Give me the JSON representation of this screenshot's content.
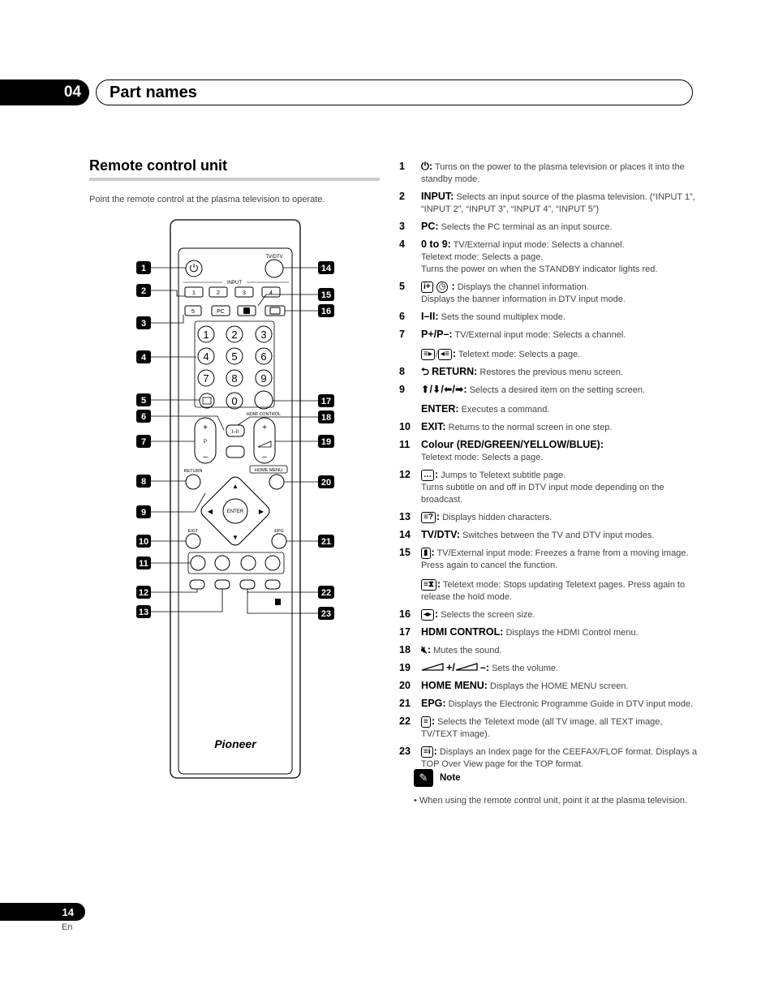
{
  "header": {
    "chapter_number": "04",
    "chapter_title": "Part names"
  },
  "section": {
    "title": "Remote control unit",
    "intro": "Point the remote control at the plasma television to operate."
  },
  "remote": {
    "labels": {
      "input": "INPUT",
      "tvdtv": "TV/DTV",
      "pc": "PC",
      "return": "RETURN",
      "home_menu": "HOME MENU",
      "enter": "ENTER",
      "exit": "EXIT",
      "epg": "EPG",
      "hdmi_control": "HDMI CONTROL",
      "p": "P",
      "brand": "Pioneer"
    },
    "input_keys": [
      "1",
      "2",
      "3",
      "4",
      "5"
    ],
    "number_keys": [
      "1",
      "2",
      "3",
      "4",
      "5",
      "6",
      "7",
      "8",
      "9",
      "0"
    ],
    "callouts": [
      "1",
      "2",
      "3",
      "4",
      "5",
      "6",
      "7",
      "8",
      "9",
      "10",
      "11",
      "12",
      "13",
      "14",
      "15",
      "16",
      "17",
      "18",
      "19",
      "20",
      "21",
      "22",
      "23"
    ]
  },
  "items": {
    "i1": {
      "num": "1",
      "term": ":",
      "desc": "Turns on the power to the plasma television or places it into the standby mode."
    },
    "i2": {
      "num": "2",
      "term": "INPUT:",
      "desc": "Selects an input source of the plasma television. (“INPUT 1”, “INPUT 2”, “INPUT 3”, “INPUT 4”, “INPUT 5”)"
    },
    "i3": {
      "num": "3",
      "term": "PC:",
      "desc": "Selects the PC terminal as an input source."
    },
    "i4": {
      "num": "4",
      "term": "0 to 9:",
      "desc": "TV/External input mode: Selects a channel.",
      "desc2": "Teletext mode: Selects a page.",
      "desc3": "Turns the power on when the STANDBY indicator lights red."
    },
    "i5": {
      "num": "5",
      "desc": "Displays the channel information.",
      "desc2": "Displays the banner information in DTV input mode."
    },
    "i6": {
      "num": "6",
      "term": "I–II:",
      "desc": "Sets the sound multiplex mode."
    },
    "i7": {
      "num": "7",
      "term": "P+/P–:",
      "desc": "TV/External input mode: Selects a channel.",
      "desc2": "Teletext mode: Selects a page."
    },
    "i8": {
      "num": "8",
      "term": "RETURN:",
      "desc": "Restores the previous menu screen."
    },
    "i9": {
      "num": "9",
      "term": ":",
      "desc": "Selects a desired item on the setting screen.",
      "term2": "ENTER:",
      "desc2": "Executes a command."
    },
    "i10": {
      "num": "10",
      "term": "EXIT:",
      "desc": "Returns to the normal screen in one step."
    },
    "i11": {
      "num": "11",
      "term": "Colour (RED/GREEN/YELLOW/BLUE):",
      "desc": "Teletext mode: Selects a page."
    },
    "i12": {
      "num": "12",
      "term": ":",
      "desc": "Jumps to Teletext subtitle page.",
      "desc2": "Turns subtitle on and off in DTV input mode depending on the broadcast."
    },
    "i13": {
      "num": "13",
      "term": ":",
      "desc": "Displays hidden characters."
    },
    "i14": {
      "num": "14",
      "term": "TV/DTV:",
      "desc": "Switches between the TV and DTV input modes."
    },
    "i15": {
      "num": "15",
      "term": ":",
      "desc": "TV/External input mode: Freezes a frame from a moving image. Press again to cancel the function.",
      "desc2": "Teletext mode: Stops updating Teletext pages. Press again to release the hold mode."
    },
    "i16": {
      "num": "16",
      "term": ":",
      "desc": "Selects the screen size."
    },
    "i17": {
      "num": "17",
      "term": "HDMI CONTROL:",
      "desc": "Displays the HDMI Control menu."
    },
    "i18": {
      "num": "18",
      "term": ":",
      "desc": "Mutes the sound."
    },
    "i19": {
      "num": "19",
      "term": "+/",
      "term2": "–:",
      "desc": "Sets the volume."
    },
    "i20": {
      "num": "20",
      "term": "HOME MENU:",
      "desc": "Displays the HOME MENU screen."
    },
    "i21": {
      "num": "21",
      "term": "EPG:",
      "desc": "Displays the Electronic Programme Guide in DTV input mode."
    },
    "i22": {
      "num": "22",
      "term": ":",
      "desc": "Selects the Teletext mode (all TV image, all TEXT image, TV/TEXT image)."
    },
    "i23": {
      "num": "23",
      "term": ":",
      "desc": "Displays an Index page for the CEEFAX/FLOF format. Displays a TOP Over View page for the TOP format."
    }
  },
  "note": {
    "heading": "Note",
    "text": "• When using the remote control unit, point it at the plasma television."
  },
  "footer": {
    "page": "14",
    "lang": "En"
  }
}
